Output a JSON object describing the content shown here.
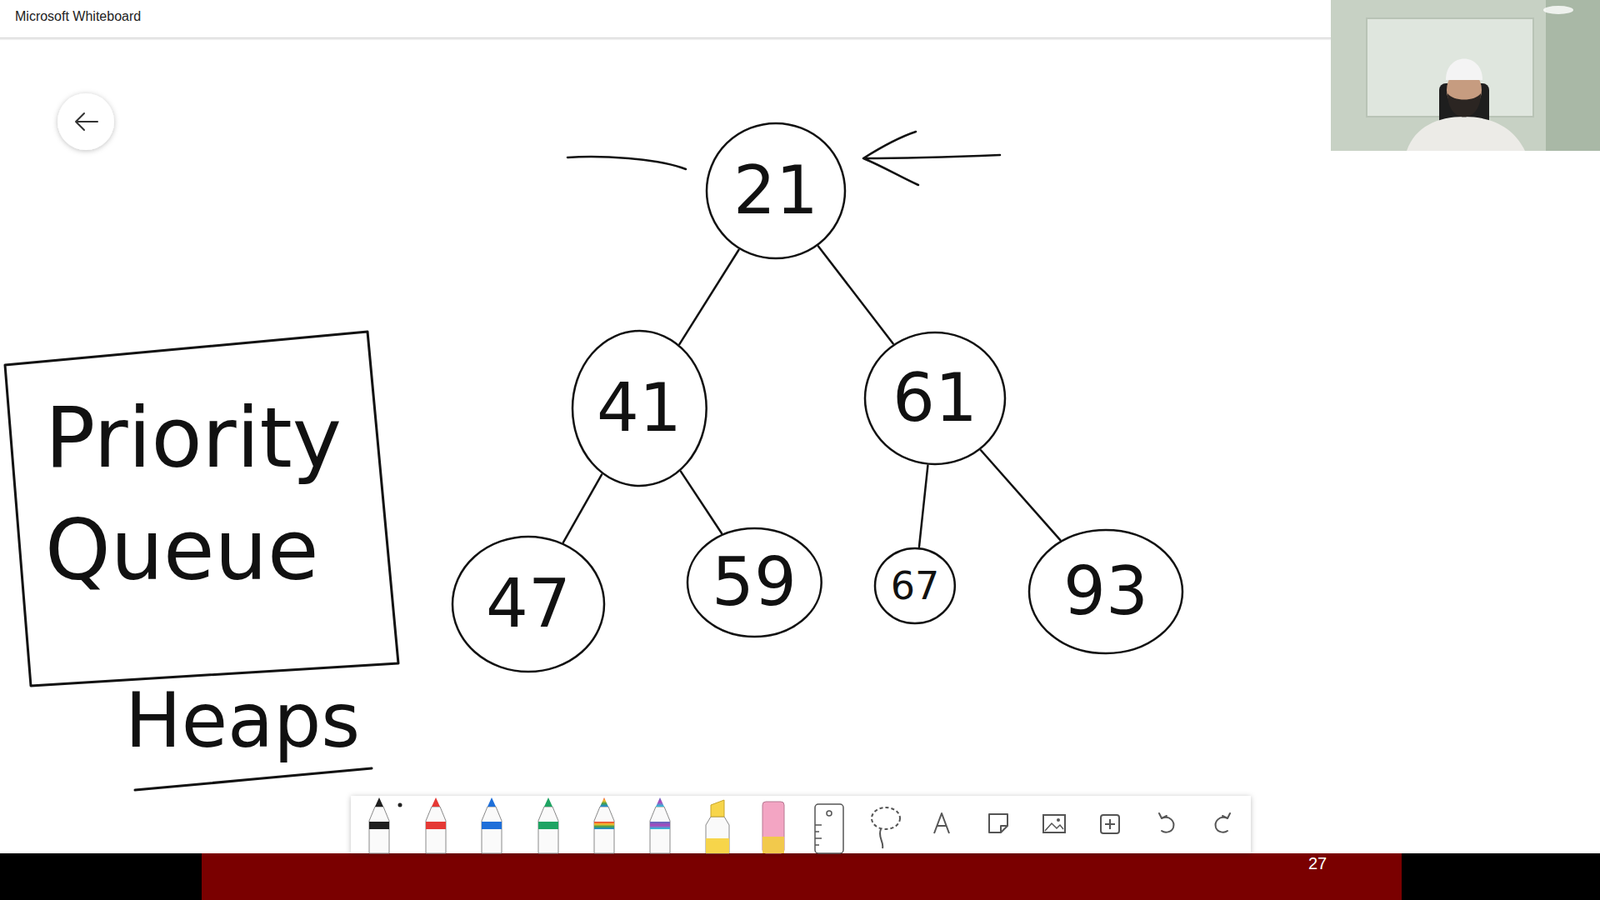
{
  "diagram": {
    "nodes": [
      {
        "text": [
          "21"
        ]
      },
      {
        "text": [
          "41"
        ]
      },
      {
        "text": [
          "61"
        ]
      },
      {
        "text": [
          "47"
        ]
      },
      {
        "text": [
          "59"
        ]
      },
      {
        "text": [
          "67"
        ]
      },
      {
        "text": [
          "93"
        ]
      },
      {
        "text": [
          "Priority Queue"
        ]
      }
    ],
    "edges": [
      {
        "from": 0,
        "to": 1,
        "arrow": "none"
      },
      {
        "from": 0,
        "to": 2,
        "arrow": "none"
      },
      {
        "from": 1,
        "to": 3,
        "arrow": "none"
      },
      {
        "from": 1,
        "to": 4,
        "arrow": "none"
      },
      {
        "from": 2,
        "to": 5,
        "arrow": "none"
      },
      {
        "from": 2,
        "to": 6,
        "arrow": "none"
      }
    ],
    "labels": [
      "Microsoft Whiteboard",
      "Heaps",
      "27"
    ]
  }
}
